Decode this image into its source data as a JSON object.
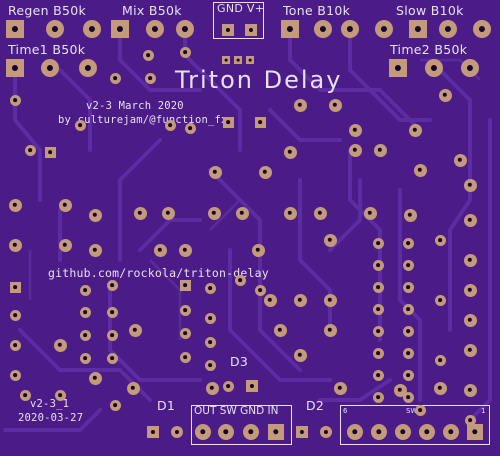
{
  "board": {
    "title": "Triton Delay",
    "revision_line": "v2-3 March 2020",
    "author_line": "by culturejam/@function_fx",
    "url": "github.com/rockola/triton-delay",
    "version_code": "v2-3_1",
    "date_code": "2020-03-27"
  },
  "labels": {
    "regen": "Regen B50k",
    "mix": "Mix B50k",
    "gnd_vplus": "GND V+",
    "tone": "Tone B10k",
    "slow": "Slow B10k",
    "time1": "Time1 B50k",
    "time2": "Time2 B50k",
    "d1": "D1",
    "d2": "D2",
    "d3": "D3",
    "io_header": "OUT SW GND  IN",
    "sw1": "SW1",
    "sw1_pin6": "6",
    "sw1_pin1": "1"
  },
  "colors": {
    "board": "#4b1c88",
    "trace": "#5a2aa0",
    "copper": "#c39b7a",
    "silkscreen": "#e8e0f4"
  }
}
